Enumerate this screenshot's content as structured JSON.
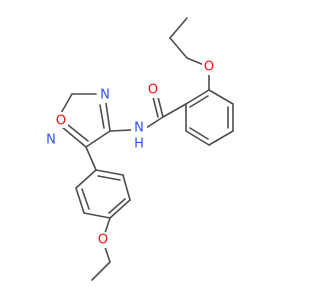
{
  "colors": {
    "bond": "#4d4d4d",
    "oxygen": "#ff0d0d",
    "nitrogen": "#3050f8",
    "background": "#ffffff"
  },
  "atoms": [
    {
      "id": "ring-o",
      "label": "O",
      "element": "O"
    },
    {
      "id": "ring-n-right",
      "label": "N",
      "element": "N"
    },
    {
      "id": "ring-n-left",
      "label": "N",
      "element": "N"
    },
    {
      "id": "amide-n",
      "label": "N",
      "element": "N"
    },
    {
      "id": "amide-h",
      "label": "H",
      "element": "N"
    },
    {
      "id": "carbonyl-o",
      "label": "O",
      "element": "O"
    },
    {
      "id": "propoxy-o",
      "label": "O",
      "element": "O"
    },
    {
      "id": "ethoxy-o",
      "label": "O",
      "element": "O"
    }
  ]
}
